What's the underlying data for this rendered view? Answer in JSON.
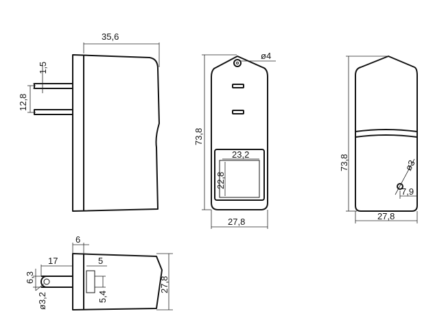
{
  "drawing": {
    "side_view": {
      "width": "35,6",
      "pin_thickness": "1,5",
      "pin_spacing": "12,8"
    },
    "front_view": {
      "height": "73,8",
      "width": "27,8",
      "hole_diameter": "ø4",
      "window_width": "23,2",
      "window_height": "22,8"
    },
    "back_view": {
      "height": "73,8",
      "width": "27,8",
      "led_diameter": "ø3",
      "led_offset": "7,9"
    },
    "top_view": {
      "collar_width": "6",
      "pin_length": "17",
      "collar_gap": "5",
      "pin_height": "6,3",
      "pin_hole": "ø3,2",
      "pin_tip": "5,4",
      "depth": "27,8"
    }
  }
}
